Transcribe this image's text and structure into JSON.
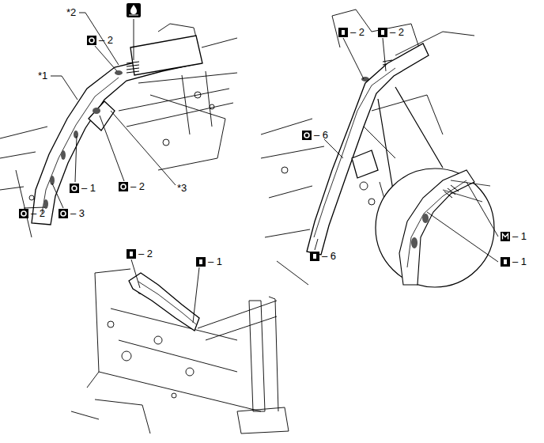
{
  "diagram": {
    "labels": [
      "*2",
      "– 2",
      "*1",
      "– 1",
      "– 2",
      "*3",
      "– 2",
      "– 3",
      "– 2",
      "– 2",
      "– 6",
      "– 1",
      "– 1",
      "– 6",
      "– 2",
      "– 1"
    ]
  }
}
